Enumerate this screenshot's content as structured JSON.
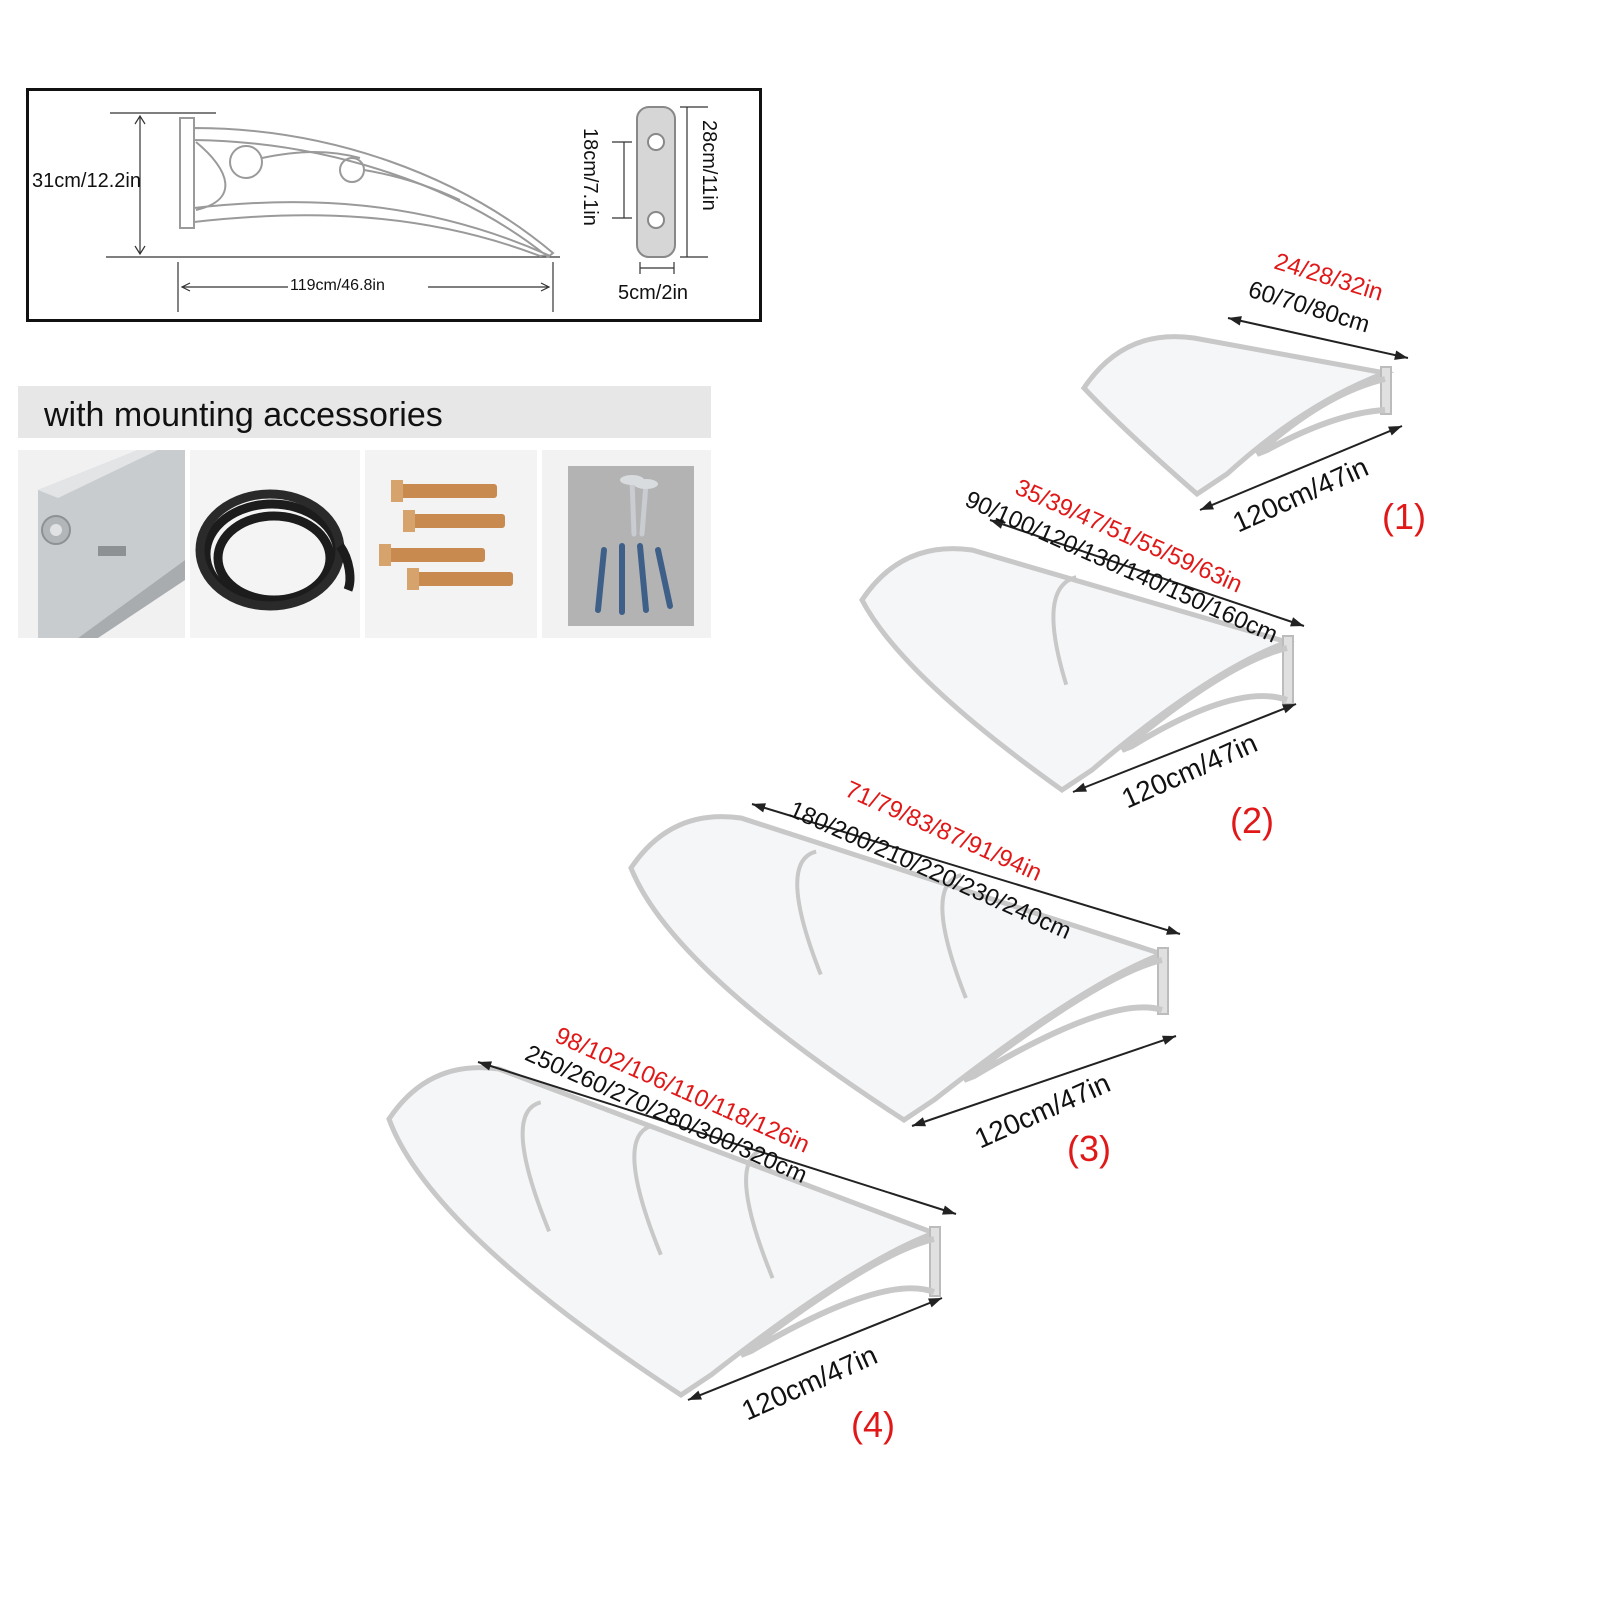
{
  "bracket_spec": {
    "height": "31cm/12.2in",
    "length": "119cm/46.8in",
    "plate_inner": "18cm/7.1in",
    "plate_outer": "28cm/11in",
    "plate_width": "5cm/2in"
  },
  "accessories": {
    "title": "with mounting accessories",
    "items": [
      "aluminium-rail",
      "rubber-seal",
      "expansion-bolts",
      "screws"
    ]
  },
  "canopies": [
    {
      "label": "(1)",
      "width_in": "24/28/32in",
      "width_cm": "60/70/80cm",
      "depth": "120cm/47in",
      "brackets": 2
    },
    {
      "label": "(2)",
      "width_in": "35/39/47/51/55/59/63in",
      "width_cm": "90/100/120/130/140/150/160cm",
      "depth": "120cm/47in",
      "brackets": 3
    },
    {
      "label": "(3)",
      "width_in": "71/79/83/87/91/94in",
      "width_cm": "180/200/210/220/230/240cm",
      "depth": "120cm/47in",
      "brackets": 4
    },
    {
      "label": "(4)",
      "width_in": "98/102/106/110/118/126in",
      "width_cm": "250/260/270/280/300/320cm",
      "depth": "120cm/47in",
      "brackets": 5
    }
  ],
  "colors": {
    "red_label": "#e01818",
    "frame": "#c8c8c8"
  }
}
